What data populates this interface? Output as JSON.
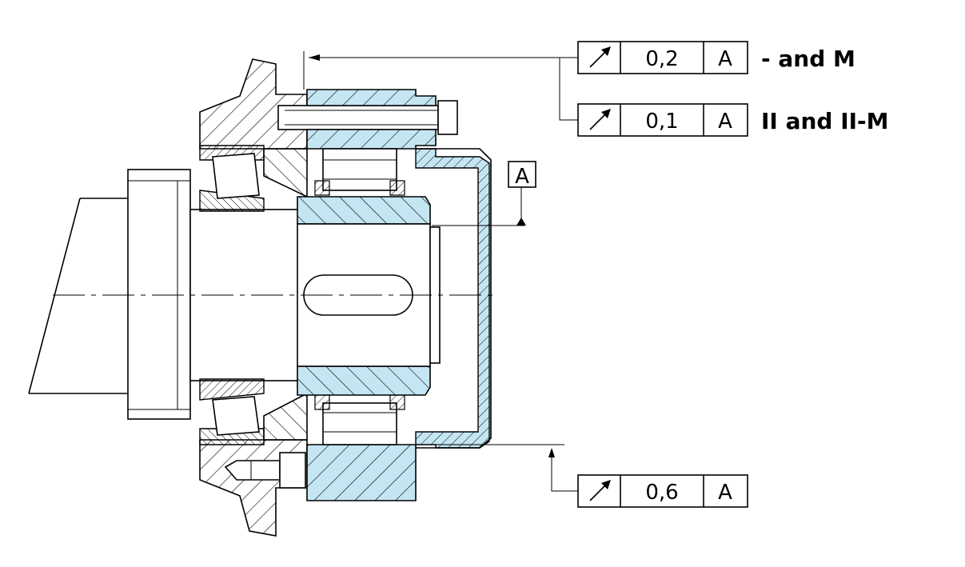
{
  "colors": {
    "part_fill": "#c4e6f3",
    "line": "#000000",
    "background": "#ffffff"
  },
  "datum": {
    "label": "A"
  },
  "frames": [
    {
      "id": "fcf-top",
      "symbol": "circular-runout-icon",
      "tolerance": "0,2",
      "datum": "A",
      "note": "- and M"
    },
    {
      "id": "fcf-middle",
      "symbol": "circular-runout-icon",
      "tolerance": "0,1",
      "datum": "A",
      "note": "II and II-M"
    },
    {
      "id": "fcf-bottom",
      "symbol": "circular-runout-icon",
      "tolerance": "0,6",
      "datum": "A",
      "note": ""
    }
  ]
}
